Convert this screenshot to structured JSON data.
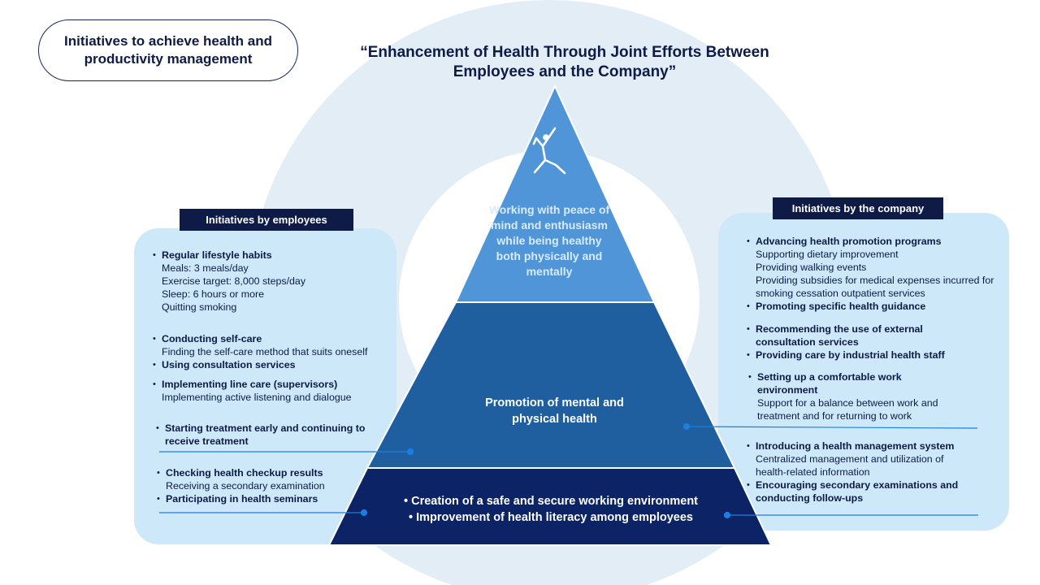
{
  "header": {
    "badge": "Initiatives to achieve health and productivity management",
    "title": "“Enhancement of Health Through Joint Efforts Between Employees and the Company”"
  },
  "pyramid": {
    "top": "Working with peace of mind and enthusiasm while being healthy both physically and mentally",
    "middle": "Promotion of mental and physical health",
    "bottom": [
      "Creation of a safe and secure working environment",
      "Improvement of health literacy among employees"
    ]
  },
  "employees": {
    "label": "Initiatives by employees",
    "groups": [
      {
        "items": [
          {
            "title": "Regular lifestyle habits",
            "details": [
              "Meals: 3 meals/day",
              "Exercise target: 8,000 steps/day",
              "Sleep: 6 hours or more",
              "Quitting smoking"
            ]
          }
        ]
      },
      {
        "items": [
          {
            "title": "Conducting self-care",
            "details": [
              "Finding the self-care method that suits oneself"
            ]
          },
          {
            "title": "Using consultation services",
            "details": []
          },
          {
            "title": "Implementing line care (supervisors)",
            "details": [
              "Implementing active listening and dialogue"
            ]
          }
        ]
      },
      {
        "items": [
          {
            "title": "Starting treatment early and continuing to receive treatment",
            "details": []
          }
        ]
      },
      {
        "items": [
          {
            "title": "Checking health checkup results",
            "details": [
              "Receiving a secondary examination"
            ]
          },
          {
            "title": "Participating in health seminars",
            "details": []
          }
        ]
      }
    ]
  },
  "company": {
    "label": "Initiatives by the company",
    "groups": [
      {
        "items": [
          {
            "title": "Advancing health promotion programs",
            "details": [
              "Supporting dietary improvement",
              "Providing walking events",
              "Providing subsidies for medical expenses incurred for smoking cessation outpatient services"
            ]
          },
          {
            "title": "Promoting specific health guidance",
            "details": []
          }
        ]
      },
      {
        "items": [
          {
            "title": "Recommending the use of external consultation services",
            "details": []
          },
          {
            "title": "Providing care by industrial health staff",
            "details": []
          }
        ]
      },
      {
        "items": [
          {
            "title": "Setting up a comfortable work environment",
            "details": [
              "Support for a balance between work and treatment and for returning to work"
            ]
          }
        ]
      },
      {
        "items": [
          {
            "title": "Introducing a health management system",
            "details": [
              "Centralized management and utilization of health-related information"
            ]
          },
          {
            "title": "Encouraging secondary examinations and conducting follow-ups",
            "details": []
          }
        ]
      }
    ]
  },
  "colors": {
    "navy": "#0d1b46",
    "tier_top": "#4f95d8",
    "tier_middle": "#1f5fa0",
    "tier_bottom": "#0c2466",
    "panel": "#cde8f8",
    "connector": "#1a7fe0",
    "backdrop": "#e3edf6"
  },
  "icons": {
    "tier_top": "person-stretching-icon"
  }
}
